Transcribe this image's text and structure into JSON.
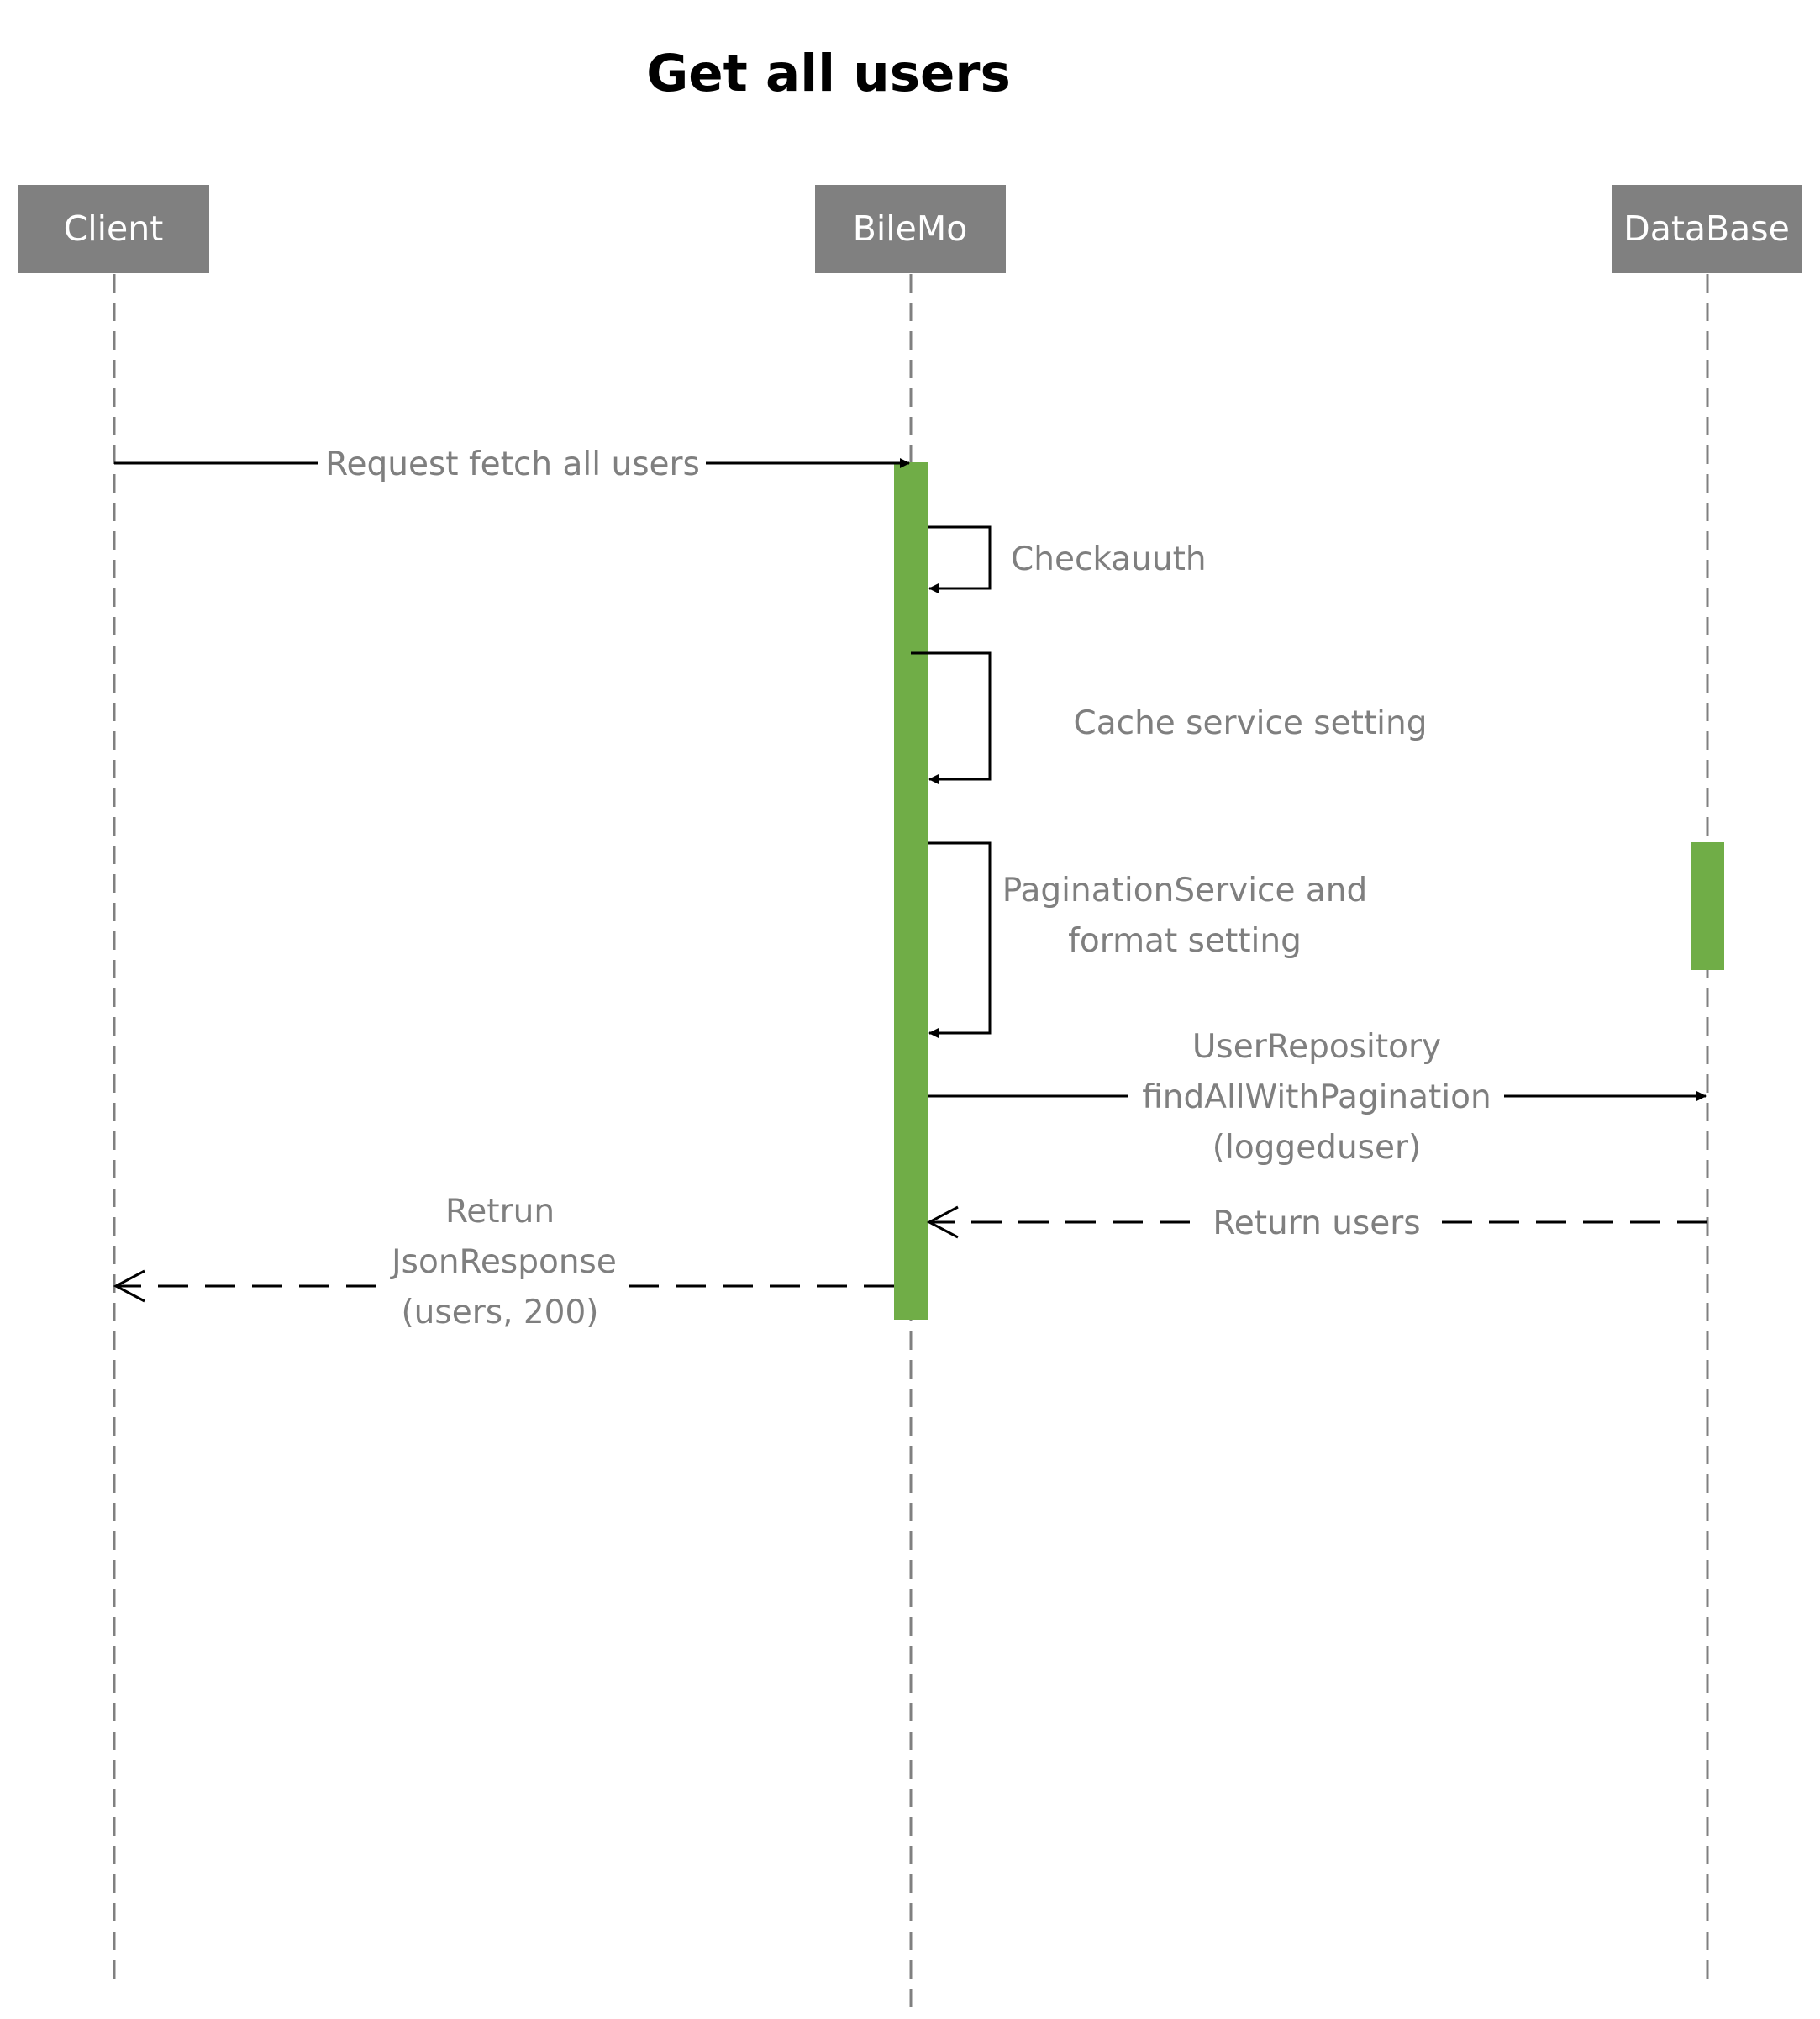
{
  "title": "Get all users",
  "colors": {
    "actor_fill": "#808080",
    "activation_fill": "#70ad47",
    "label_text": "#7f7f7f",
    "lifeline": "#808080",
    "arrow": "#000000"
  },
  "actors": [
    {
      "id": "client",
      "label": "Client"
    },
    {
      "id": "bilemo",
      "label": "BileMo"
    },
    {
      "id": "database",
      "label": "DataBase"
    }
  ],
  "messages": [
    {
      "id": "request",
      "from": "client",
      "to": "bilemo",
      "style": "solid",
      "lines": [
        "Request fetch all users"
      ]
    },
    {
      "id": "checkauth",
      "from": "bilemo",
      "to": "bilemo",
      "style": "solid",
      "lines": [
        "Checkauuth"
      ]
    },
    {
      "id": "cache",
      "from": "bilemo",
      "to": "bilemo",
      "style": "solid",
      "lines": [
        "Cache service setting"
      ]
    },
    {
      "id": "pagination",
      "from": "bilemo",
      "to": "bilemo",
      "style": "solid",
      "lines": [
        "PaginationService and",
        "format setting"
      ]
    },
    {
      "id": "repository",
      "from": "bilemo",
      "to": "database",
      "style": "solid",
      "lines": [
        "UserRepository",
        "findAllWithPagination",
        "(loggeduser)"
      ]
    },
    {
      "id": "return-users",
      "from": "database",
      "to": "bilemo",
      "style": "dashed",
      "lines": [
        "Return  users"
      ]
    },
    {
      "id": "return-json",
      "from": "bilemo",
      "to": "client",
      "style": "dashed",
      "lines": [
        "Retrun",
        "JsonResponse",
        "(users, 200)"
      ]
    }
  ]
}
